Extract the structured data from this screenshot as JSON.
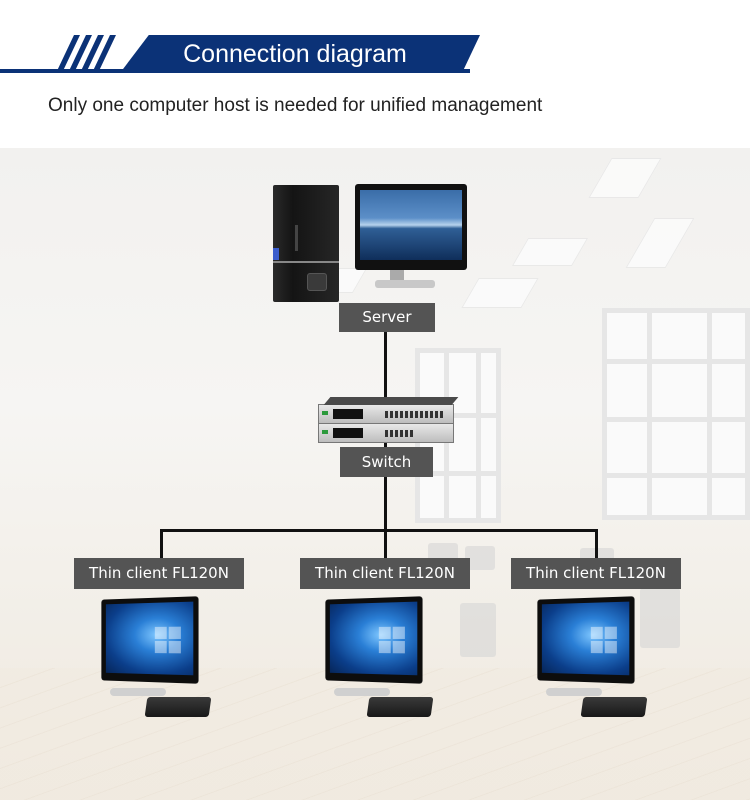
{
  "header": {
    "title": "Connection diagram",
    "subtitle": "Only one computer host is needed for unified management",
    "accent_color": "#0b3277"
  },
  "diagram": {
    "server": {
      "label": "Server",
      "icon": "desktop-computer-icon"
    },
    "switch": {
      "label": "Switch",
      "icon": "network-switch-icon"
    },
    "clients": [
      {
        "label": "Thin client FL120N",
        "icon": "thin-client-icon"
      },
      {
        "label": "Thin client FL120N",
        "icon": "thin-client-icon"
      },
      {
        "label": "Thin client FL120N",
        "icon": "thin-client-icon"
      }
    ],
    "label_color": "#545454",
    "line_color": "#111111"
  }
}
